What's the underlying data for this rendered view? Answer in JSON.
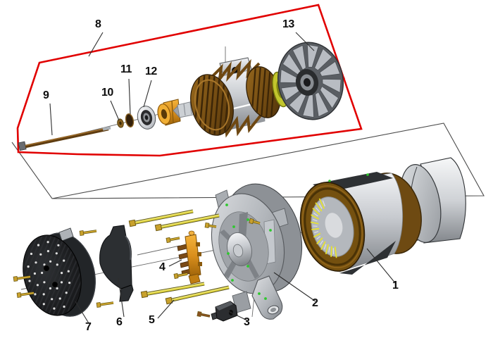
{
  "diagram": {
    "callouts": [
      "1",
      "2",
      "3",
      "4",
      "5",
      "6",
      "7",
      "8",
      "9",
      "10",
      "11",
      "12",
      "13"
    ],
    "colors": {
      "rotor_group_outline": "#e10000",
      "main_group_outline": "#4b4b4b",
      "leader_line": "#2e2e2e",
      "bolt_yellow": "#ded23c",
      "copper": "#7a5213",
      "aluminum_housing": "#b9bdc2",
      "rear_cover_black": "#121214",
      "brush_holder_orange": "#d98e1c"
    }
  }
}
